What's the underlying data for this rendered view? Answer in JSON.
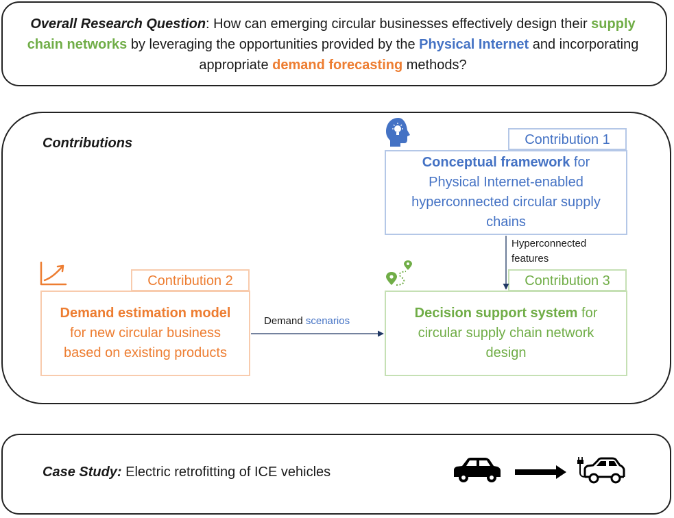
{
  "research_question": {
    "label": "Overall Research Question",
    "t1": ": How can emerging circular businesses effectively design their ",
    "k1": "supply chain networks",
    "t2": " by leveraging the opportunities provided by the ",
    "k2": "Physical Internet",
    "t3": " and incorporating appropriate ",
    "k3": "demand forecasting",
    "t4": " methods?"
  },
  "contributions": {
    "title": "Contributions",
    "c1": {
      "tab": "Contribution 1",
      "bold": "Conceptual framework",
      "rest": " for Physical Internet-enabled hyperconnected circular supply chains",
      "icon": "head-lightbulb-icon"
    },
    "c2": {
      "tab": "Contribution 2",
      "bold": "Demand estimation model",
      "rest": " for new circular business based on existing products",
      "icon": "trend-chart-icon"
    },
    "c3": {
      "tab": "Contribution 3",
      "bold": "Decision support system",
      "rest": " for circular supply chain network design",
      "icon": "route-pin-icon"
    },
    "edges": {
      "c1_to_c3_l1": "Hyperconnected",
      "c1_to_c3_l2": "features",
      "c2_to_c3_a": "Demand",
      "c2_to_c3_b": "scenarios"
    }
  },
  "case_study": {
    "label": "Case Study:",
    "text": " Electric retrofitting of ICE vehicles",
    "icons": [
      "car-icon",
      "arrow-right-icon",
      "electric-car-icon"
    ]
  },
  "colors": {
    "blue": "#4472c4",
    "orange": "#ed7d31",
    "green": "#70ad47",
    "dark_navy": "#203864"
  }
}
